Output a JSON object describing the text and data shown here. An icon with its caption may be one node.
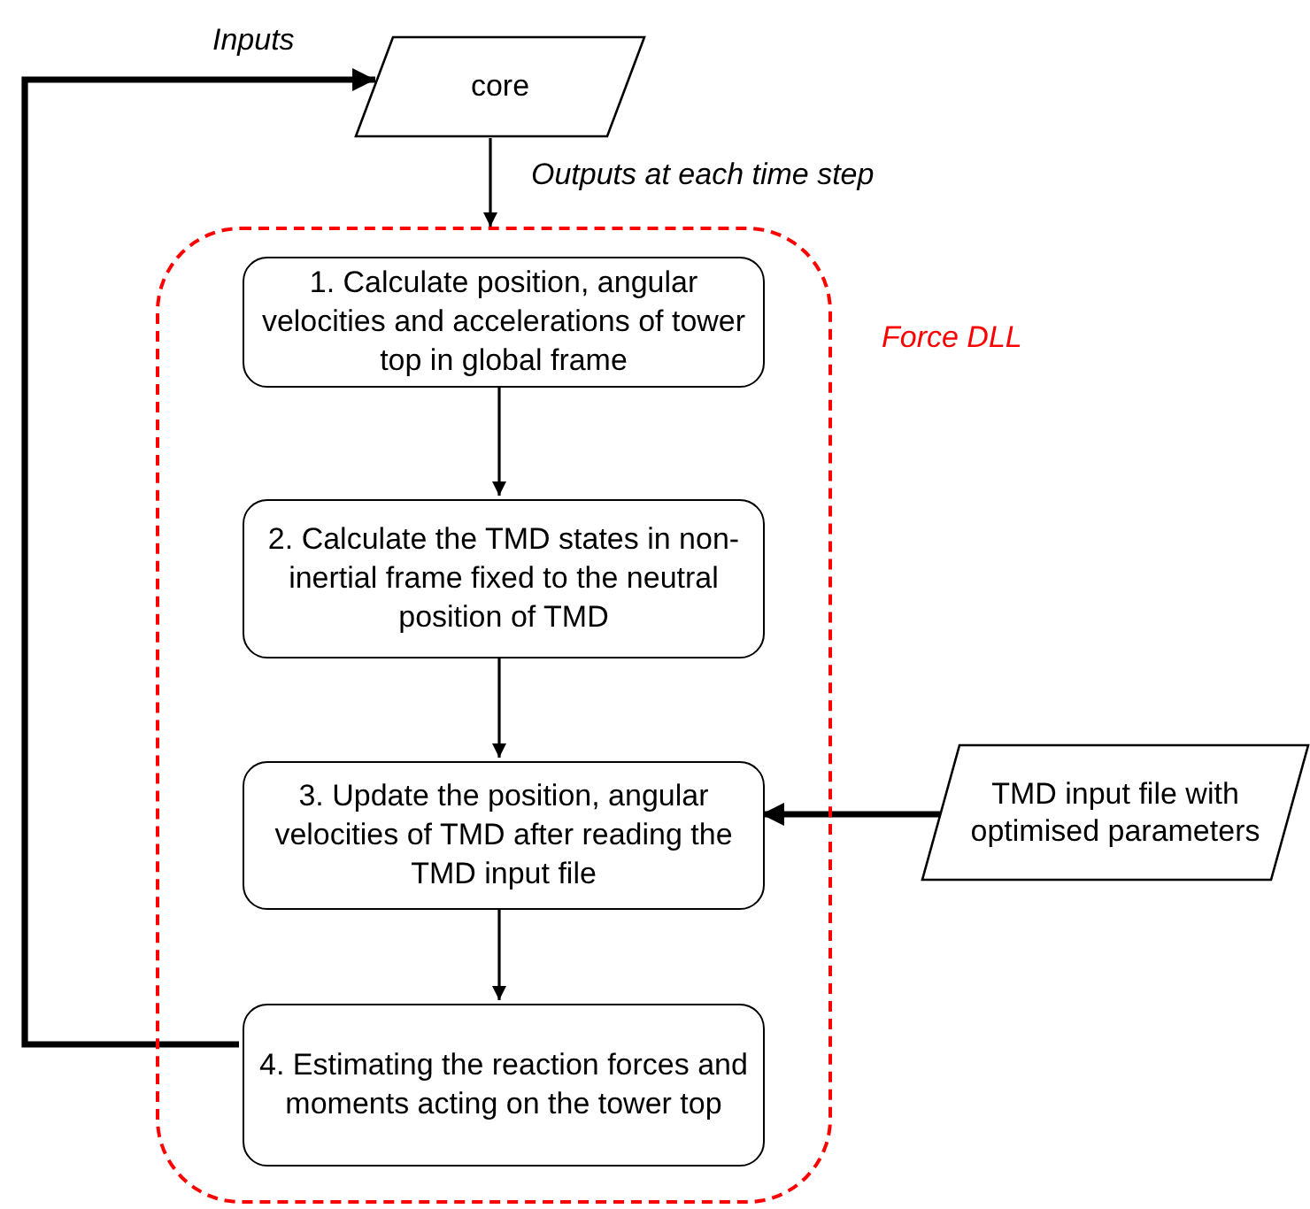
{
  "diagram": {
    "nodes": [
      {
        "text": [
          "core"
        ]
      },
      {
        "text": [
          "Force DLL"
        ]
      },
      {
        "text": [
          "1. Calculate position, angular velocities and accelerations of tower top in global frame"
        ],
        "in": 1
      },
      {
        "text": [
          "2. Calculate the TMD states in non-inertial frame fixed to the neutral position of TMD"
        ],
        "in": 1
      },
      {
        "text": [
          "3. Update the position, angular velocities of TMD after reading the TMD input file"
        ],
        "in": 1
      },
      {
        "text": [
          "4. Estimating the reaction forces and moments acting on the tower top"
        ],
        "in": 1
      },
      {
        "text": [
          "TMD input file with optimised parameters"
        ]
      }
    ],
    "edges": [
      {
        "from": 0,
        "to": 1,
        "arrow": "to",
        "label": "Outputs at each time step"
      },
      {
        "from": 2,
        "to": 3,
        "arrow": "to"
      },
      {
        "from": 3,
        "to": 4,
        "arrow": "to"
      },
      {
        "from": 4,
        "to": 5,
        "arrow": "to"
      },
      {
        "from": 6,
        "to": 4,
        "arrow": "to",
        "style": "thick"
      },
      {
        "from": 5,
        "to": 0,
        "arrow": "to",
        "label": "Inputs",
        "style": "thick"
      }
    ]
  }
}
